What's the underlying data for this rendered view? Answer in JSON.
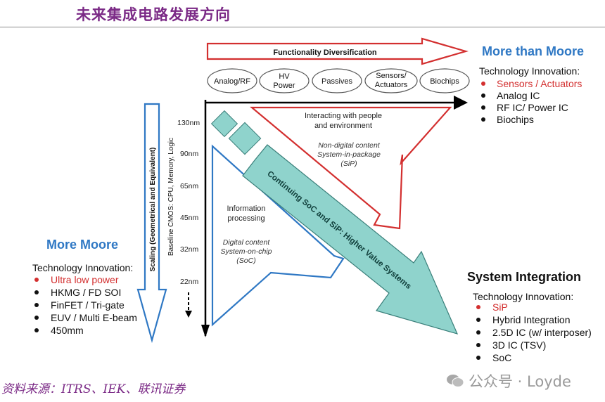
{
  "header": {
    "title": "未来集成电路发展方向"
  },
  "footer": {
    "source": "资料来源：ITRS、IEK、联讯证券",
    "watermark": "公众号 · Loyde"
  },
  "colors": {
    "red": "#d32f2f",
    "blue": "#2f78c4",
    "teal": "#8fd3cc",
    "purple": "#7b2a86"
  },
  "diagram": {
    "functionality": "Functionality Diversification",
    "bubbles": [
      {
        "lines": [
          "Analog/RF"
        ]
      },
      {
        "lines": [
          "HV",
          "Power"
        ]
      },
      {
        "lines": [
          "Passives"
        ]
      },
      {
        "lines": [
          "Sensors/",
          "Actuators"
        ]
      },
      {
        "lines": [
          "Biochips"
        ]
      }
    ],
    "more_than_moore": {
      "title": "More than Moore",
      "subtitle": "Technology Innovation:",
      "items": [
        {
          "text": "Sensors / Actuators",
          "highlight": true
        },
        {
          "text": "Analog IC",
          "highlight": false
        },
        {
          "text": "RF IC/ Power IC",
          "highlight": false
        },
        {
          "text": "Biochips",
          "highlight": false
        }
      ]
    },
    "more_moore": {
      "title": "More Moore",
      "subtitle": "Technology Innovation:",
      "items": [
        {
          "text": "Ultra low power",
          "highlight": true
        },
        {
          "text": "HKMG / FD SOI",
          "highlight": false
        },
        {
          "text": "FinFET / Tri-gate",
          "highlight": false
        },
        {
          "text": "EUV / Multi E-beam",
          "highlight": false
        },
        {
          "text": "450mm",
          "highlight": false
        }
      ]
    },
    "system_integration": {
      "title": "System Integration",
      "subtitle": "Technology Innovation:",
      "items": [
        {
          "text": "SiP",
          "highlight": true
        },
        {
          "text": "Hybrid Integration",
          "highlight": false
        },
        {
          "text": "2.5D IC (w/ interposer)",
          "highlight": false
        },
        {
          "text": "3D IC (TSV)",
          "highlight": false
        },
        {
          "text": "SoC",
          "highlight": false
        }
      ]
    },
    "scaling_label": "Scaling (Geometrical and Equivalent)",
    "baseline_label": "Baseline CMOS: CPU, Memory, Logic",
    "nodes": [
      "130nm",
      "90nm",
      "65nm",
      "45nm",
      "32nm",
      "22nm"
    ],
    "interacting": [
      "Interacting with people",
      "and environment"
    ],
    "nondigital": [
      "Non-digital content",
      "System-in-package",
      "(SiP)"
    ],
    "information": [
      "Information",
      "processing"
    ],
    "digital": [
      "Digital content",
      "System-on-chip",
      "(SoC)"
    ],
    "diagonal": "Continuing SoC and SiP: Higher Value Systems"
  }
}
